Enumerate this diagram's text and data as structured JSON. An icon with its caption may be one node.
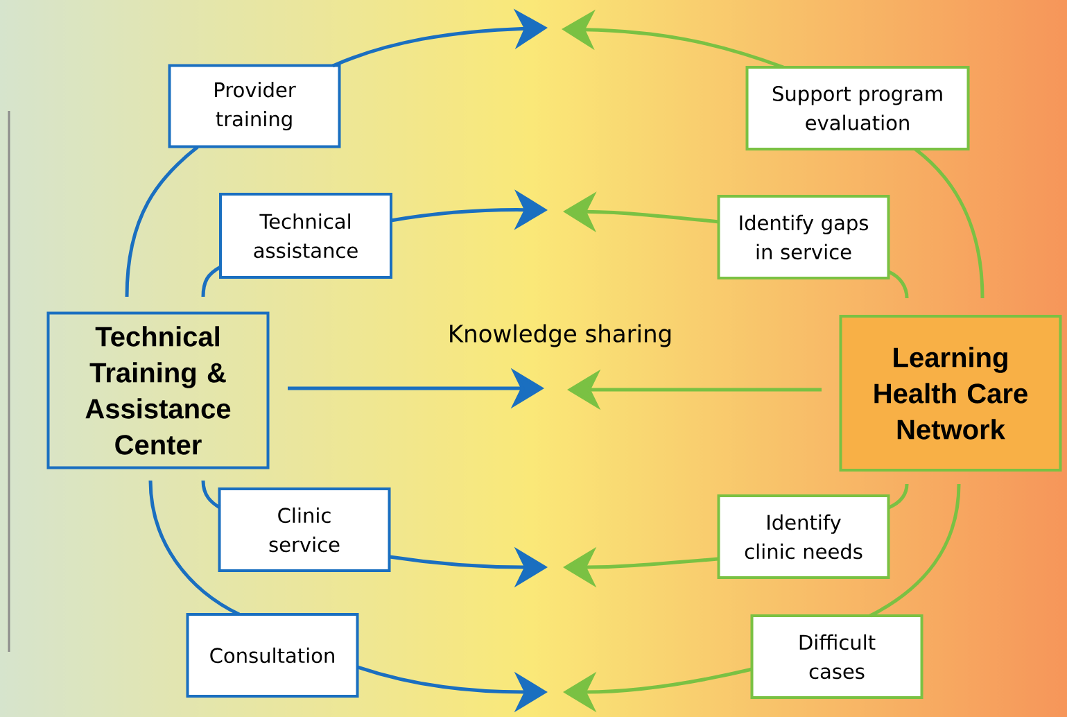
{
  "diagram": {
    "nodes": [
      {
        "text": [
          "Technical Training & Assistance Center"
        ]
      },
      {
        "text": [
          "Provider training"
        ]
      },
      {
        "text": [
          "Technical assistance"
        ]
      },
      {
        "text": [
          "Clinic service"
        ]
      },
      {
        "text": [
          "Consultation"
        ]
      },
      {
        "text": [
          "Learning Health Care Network"
        ]
      },
      {
        "text": [
          "Support program evaluation"
        ]
      },
      {
        "text": [
          "Identify gaps in service"
        ]
      },
      {
        "text": [
          "Identify clinic needs"
        ]
      },
      {
        "text": [
          "Difficult cases"
        ]
      }
    ],
    "edges": [
      {
        "from": 0,
        "to": 1,
        "arrow": "none"
      },
      {
        "from": 1,
        "to": null,
        "arrow": "to"
      },
      {
        "from": 0,
        "to": 2,
        "arrow": "none"
      },
      {
        "from": 2,
        "to": null,
        "arrow": "to"
      },
      {
        "from": 0,
        "to": null,
        "arrow": "to"
      },
      {
        "from": 0,
        "to": 3,
        "arrow": "none"
      },
      {
        "from": 3,
        "to": null,
        "arrow": "to"
      },
      {
        "from": 0,
        "to": 4,
        "arrow": "none"
      },
      {
        "from": 4,
        "to": null,
        "arrow": "to"
      },
      {
        "from": 6,
        "to": null,
        "arrow": "to",
        "color": "#7ac143"
      },
      {
        "from": 5,
        "to": 6,
        "arrow": "none",
        "color": "#7ac143"
      },
      {
        "from": 7,
        "to": null,
        "arrow": "to",
        "color": "#7ac143"
      },
      {
        "from": 5,
        "to": 7,
        "arrow": "none",
        "color": "#7ac143"
      },
      {
        "from": 5,
        "to": null,
        "arrow": "to",
        "color": "#7ac143"
      },
      {
        "from": 5,
        "to": 8,
        "arrow": "none",
        "color": "#7ac143"
      },
      {
        "from": 8,
        "to": null,
        "arrow": "to",
        "color": "#7ac143"
      },
      {
        "from": 5,
        "to": 9,
        "arrow": "none",
        "color": "#7ac143"
      },
      {
        "from": 9,
        "to": null,
        "arrow": "to",
        "color": "#7ac143"
      }
    ],
    "labels": [
      "Knowledge sharing"
    ]
  }
}
